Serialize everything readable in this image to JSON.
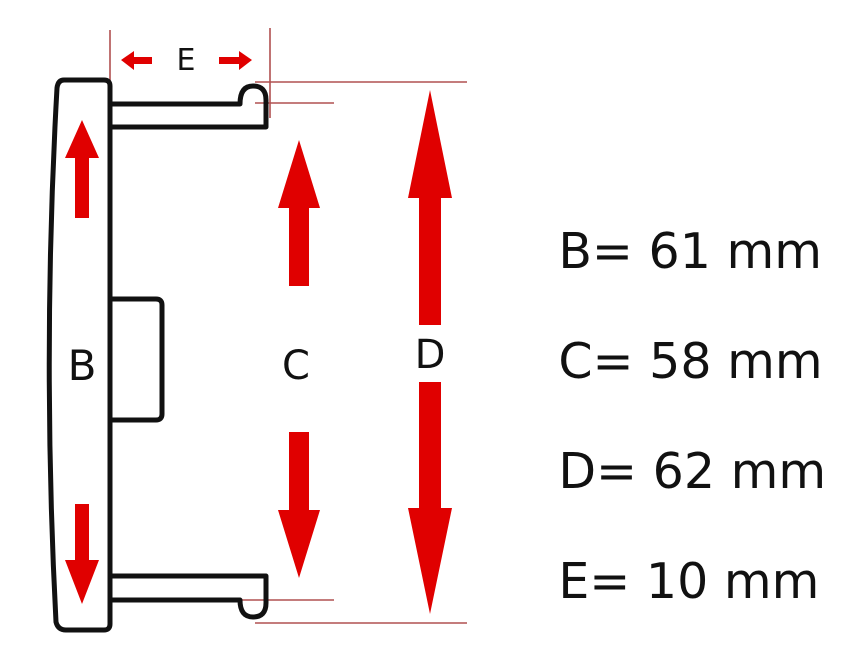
{
  "diagram": {
    "subject": "wheel center cap dimension drawing",
    "colors": {
      "outline": "#111111",
      "arrow": "#e00000",
      "dimension_line": "#b05050",
      "background": "#ffffff"
    },
    "labels": {
      "E": "E",
      "B": "B",
      "C": "C",
      "D": "D"
    }
  },
  "specs": [
    {
      "letter": "B",
      "eq": "=",
      "value": "61",
      "unit": "mm",
      "text": "B= 61 mm"
    },
    {
      "letter": "C",
      "eq": "=",
      "value": "58",
      "unit": "mm",
      "text": "C= 58 mm"
    },
    {
      "letter": "D",
      "eq": "=",
      "value": "62",
      "unit": "mm",
      "text": "D= 62 mm"
    },
    {
      "letter": "E",
      "eq": "=",
      "value": "10",
      "unit": "mm",
      "text": "E= 10 mm"
    }
  ]
}
